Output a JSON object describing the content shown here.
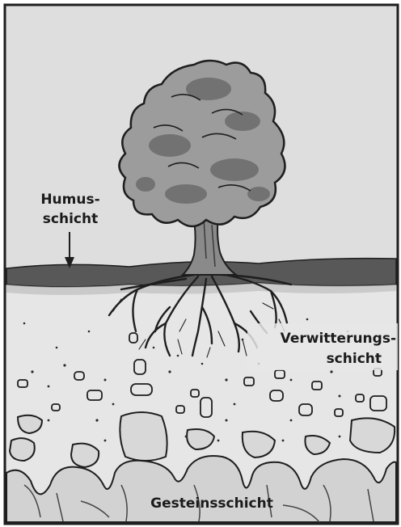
{
  "diagram": {
    "labels": {
      "humus_line1": "Humus-",
      "humus_line2": "schicht",
      "weathering_line1": "Verwitterungs-",
      "weathering_line2": "schicht",
      "bedrock": "Gesteinsschicht"
    },
    "layers": [
      {
        "id": "humus",
        "color": "#585858"
      },
      {
        "id": "weathering",
        "color": "#e5e5e5"
      },
      {
        "id": "bedrock",
        "color": "#d4d4d4"
      }
    ],
    "colors": {
      "sky": "#dedede",
      "tree_crown": "#9c9c9c",
      "tree_crown_dark": "#6e6e6e",
      "trunk": "#8a8a8a",
      "outline": "#1e1e1e",
      "stone": "#d8d8d8"
    }
  }
}
